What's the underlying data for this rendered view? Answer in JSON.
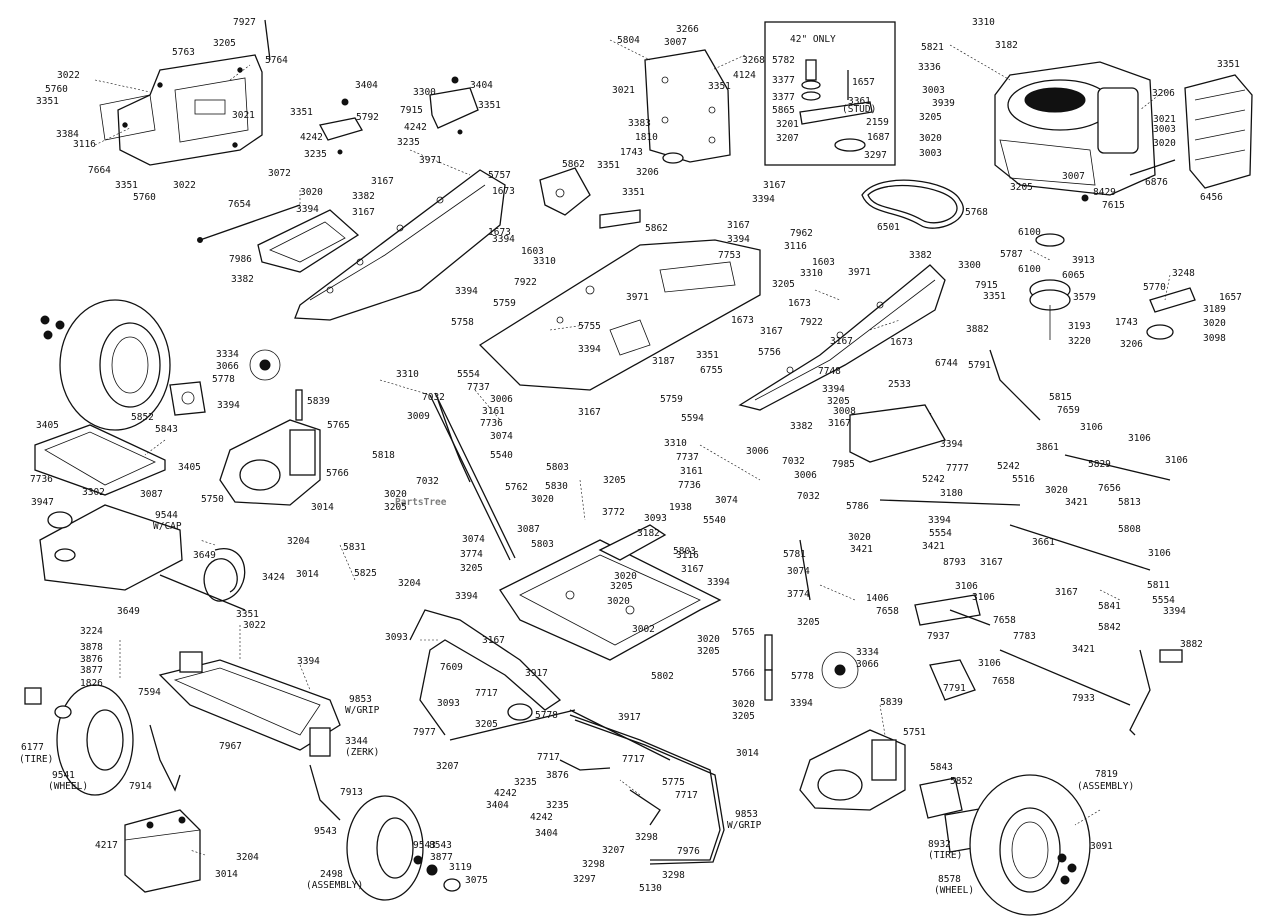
{
  "watermark": {
    "text": "PartsTree",
    "trademark": "TM"
  },
  "inset_box": {
    "title": "42\" ONLY"
  },
  "labels": {
    "a1": "7927",
    "a2": "3205",
    "a3": "5763",
    "a4": "5764",
    "a5": "3022",
    "a6": "5760",
    "a7": "3351",
    "a8": "3021",
    "a9": "3384",
    "a10": "3116",
    "a11": "7664",
    "a12": "3351",
    "a13": "5760",
    "a14": "3022",
    "b1": "3404",
    "b2": "3351",
    "b3": "5792",
    "b4": "4242",
    "b5": "3235",
    "b6": "3300",
    "b7": "3404",
    "b8": "7915",
    "b9": "3351",
    "b10": "4242",
    "b11": "3235",
    "c1": "3072",
    "c2": "3020",
    "c3": "7654",
    "c4": "3394",
    "c5": "3167",
    "c6": "3382",
    "c7": "3167",
    "c8": "3971",
    "c9": "5757",
    "c10": "1673",
    "c11": "7986",
    "c12": "3382",
    "c13": "1673",
    "c14": "3394",
    "c15": "1603",
    "c16": "3310",
    "c17": "7922",
    "c18": "3394",
    "d1": "5804",
    "d2": "3266",
    "d3": "3007",
    "d4": "3268",
    "d5": "4124",
    "d6": "3021",
    "d7": "3351",
    "d8": "3383",
    "d9": "1810",
    "d10": "1743",
    "d11": "3206",
    "e1": "5862",
    "e2": "3351",
    "e3": "3351",
    "e4": "5862",
    "f1": "5782",
    "f2": "3377",
    "f3": "1657",
    "f4": "3377",
    "f5": "5865",
    "f6": "3361",
    "f7": "(STUD)",
    "f8": "3201",
    "f9": "2159",
    "f10": "3207",
    "f11": "1687",
    "f12": "3297",
    "g1": "3310",
    "g2": "5821",
    "g3": "3182",
    "g4": "3336",
    "g5": "3003",
    "g6": "3206",
    "g7": "3939",
    "g8": "3205",
    "g9": "3021",
    "g10": "3020",
    "g11": "3003",
    "g12": "3020",
    "g13": "3003",
    "g14": "3205",
    "g15": "3007",
    "g16": "6876",
    "g17": "8429",
    "g18": "7615",
    "g19": "3351",
    "g20": "6456",
    "h1": "5768",
    "h2": "6100",
    "h3": "5787",
    "h4": "3913",
    "h5": "6100",
    "h6": "6065",
    "h7": "3579",
    "h8": "3248",
    "h9": "5770",
    "h10": "1657",
    "h11": "3189",
    "h12": "3193",
    "h13": "3020",
    "h14": "1743",
    "h15": "3220",
    "h16": "3206",
    "h17": "3098",
    "i1": "3167",
    "i2": "3394",
    "i3": "3167",
    "i4": "7962",
    "i5": "3394",
    "i6": "3116",
    "i7": "7753",
    "i8": "3205",
    "i9": "6501",
    "i10": "1603",
    "i11": "3310",
    "i12": "3971",
    "i13": "3382",
    "i14": "3300",
    "i15": "7915",
    "i16": "3351",
    "i17": "1673",
    "i18": "7922",
    "i19": "3167",
    "i20": "5756",
    "i21": "3167",
    "i22": "1673",
    "i23": "3882",
    "j1": "5759",
    "j2": "3971",
    "j3": "5755",
    "j4": "5758",
    "j5": "1673",
    "j6": "3394",
    "j7": "3187",
    "j8": "3351",
    "j9": "6755",
    "j10": "5759",
    "j11": "3167",
    "k1": "5791",
    "k2": "6744",
    "k3": "7748",
    "k4": "2533",
    "k5": "3394",
    "k6": "3205",
    "k7": "3008",
    "k8": "3382",
    "k9": "3167",
    "k10": "5815",
    "k11": "7659",
    "k12": "3106",
    "k13": "3106",
    "k14": "3394",
    "k15": "7985",
    "k16": "3861",
    "k17": "5829",
    "k18": "3106",
    "k19": "7656",
    "k20": "5813",
    "l1": "3334",
    "l2": "3066",
    "l3": "5778",
    "l4": "3394",
    "l5": "5839",
    "l6": "5852",
    "l7": "5843",
    "l8": "5765",
    "l9": "5818",
    "l10": "5766",
    "l11": "3020",
    "l12": "3205",
    "l13": "3014",
    "l14": "5750",
    "m1": "3405",
    "m2": "3405",
    "m3": "7736",
    "m4": "3302",
    "m5": "3087",
    "m6": "3947",
    "m7": "9544",
    "m8": "W/CAP",
    "m9": "3649",
    "m10": "3424",
    "m11": "3649",
    "n1": "3310",
    "n2": "5554",
    "n3": "7737",
    "n4": "7032",
    "n5": "3006",
    "n6": "3161",
    "n7": "3009",
    "n8": "7736",
    "n9": "3074",
    "n10": "5540",
    "n11": "7032",
    "n12": "5762",
    "o1": "5594",
    "o2": "3310",
    "o3": "3006",
    "o4": "7032",
    "o5": "7737",
    "o6": "3161",
    "o7": "7736",
    "o8": "3006",
    "o9": "3074",
    "o10": "7032",
    "o11": "5540",
    "p1": "5803",
    "p2": "3205",
    "p3": "5830",
    "p4": "3020",
    "p5": "3772",
    "p6": "3087",
    "p7": "1938",
    "p8": "3093",
    "p9": "3182",
    "p10": "5803",
    "p11": "5803",
    "p12": "3116",
    "p13": "3167",
    "p14": "3074",
    "p15": "3774",
    "p16": "3205",
    "p17": "3020",
    "p18": "3205",
    "p19": "3394",
    "p20": "3020",
    "p21": "3002",
    "p22": "3394",
    "p23": "3020",
    "p24": "3205",
    "p25": "5802",
    "p26": "3167",
    "q1": "3204",
    "q2": "5831",
    "q3": "3014",
    "q4": "5825",
    "q5": "3204",
    "r1": "5781",
    "r2": "3074",
    "r3": "3774",
    "r4": "3205",
    "s1": "7777",
    "s2": "5242",
    "s3": "5242",
    "s4": "3180",
    "s5": "5516",
    "s6": "5786",
    "s7": "3394",
    "s8": "5554",
    "s9": "3421",
    "s10": "3020",
    "s11": "3421",
    "s12": "8793",
    "s13": "3167",
    "s14": "3661",
    "s15": "3020",
    "s16": "3421",
    "s17": "5808",
    "t1": "3106",
    "t2": "3106",
    "t3": "3106",
    "t4": "3167",
    "t5": "5811",
    "t6": "5554",
    "t7": "3394",
    "t8": "5841",
    "t9": "5842",
    "t10": "3421",
    "t11": "1406",
    "t12": "7658",
    "t13": "7937",
    "t14": "7658",
    "t15": "7783",
    "t16": "3106",
    "t17": "7791",
    "t18": "7658",
    "t19": "7933",
    "t20": "3882",
    "u1": "3224",
    "u2": "3878",
    "u3": "3876",
    "u4": "3877",
    "u5": "1826",
    "u6": "3351",
    "u7": "3022",
    "u8": "3394",
    "u9": "7594",
    "u10": "7967",
    "u11": "3344",
    "u12": "(ZERK)",
    "u13": "6177",
    "u14": "(TIRE)",
    "u15": "9541",
    "u16": "(WHEEL)",
    "u17": "7914",
    "u18": "7913",
    "v1": "3093",
    "v2": "7609",
    "v3": "3917",
    "v4": "9853",
    "v5": "W/GRIP",
    "v6": "7717",
    "v7": "3093",
    "v8": "5778",
    "v9": "7977",
    "v10": "3917",
    "v11": "3205",
    "v12": "3207",
    "v13": "7717",
    "v14": "3876",
    "v15": "7717",
    "v16": "3235",
    "v17": "4242",
    "v18": "3404",
    "v19": "5775",
    "v20": "7717",
    "v21": "3235",
    "v22": "4242",
    "v23": "3404",
    "v24": "9853",
    "v25": "W/GRIP",
    "w1": "3298",
    "w2": "3207",
    "w3": "7976",
    "w4": "3298",
    "w5": "3298",
    "w6": "3297",
    "w7": "5130",
    "x1": "5765",
    "x2": "3334",
    "x3": "3066",
    "x4": "5766",
    "x5": "5778",
    "x6": "3394",
    "x7": "5839",
    "x8": "3020",
    "x9": "3205",
    "x10": "5751",
    "x11": "3014",
    "x12": "5843",
    "x13": "5852",
    "y1": "7819",
    "y2": "(ASSEMBLY)",
    "y3": "8932",
    "y4": "(TIRE)",
    "y5": "3091",
    "y6": "8578",
    "y7": "(WHEEL)",
    "z1": "4217",
    "z2": "3204",
    "z3": "3014",
    "z4": "9543",
    "z5": "2498",
    "z6": "(ASSEMBLY)",
    "z7": "8543",
    "z8": "3877",
    "z9": "3119",
    "z10": "3075",
    "z11": "9543"
  }
}
